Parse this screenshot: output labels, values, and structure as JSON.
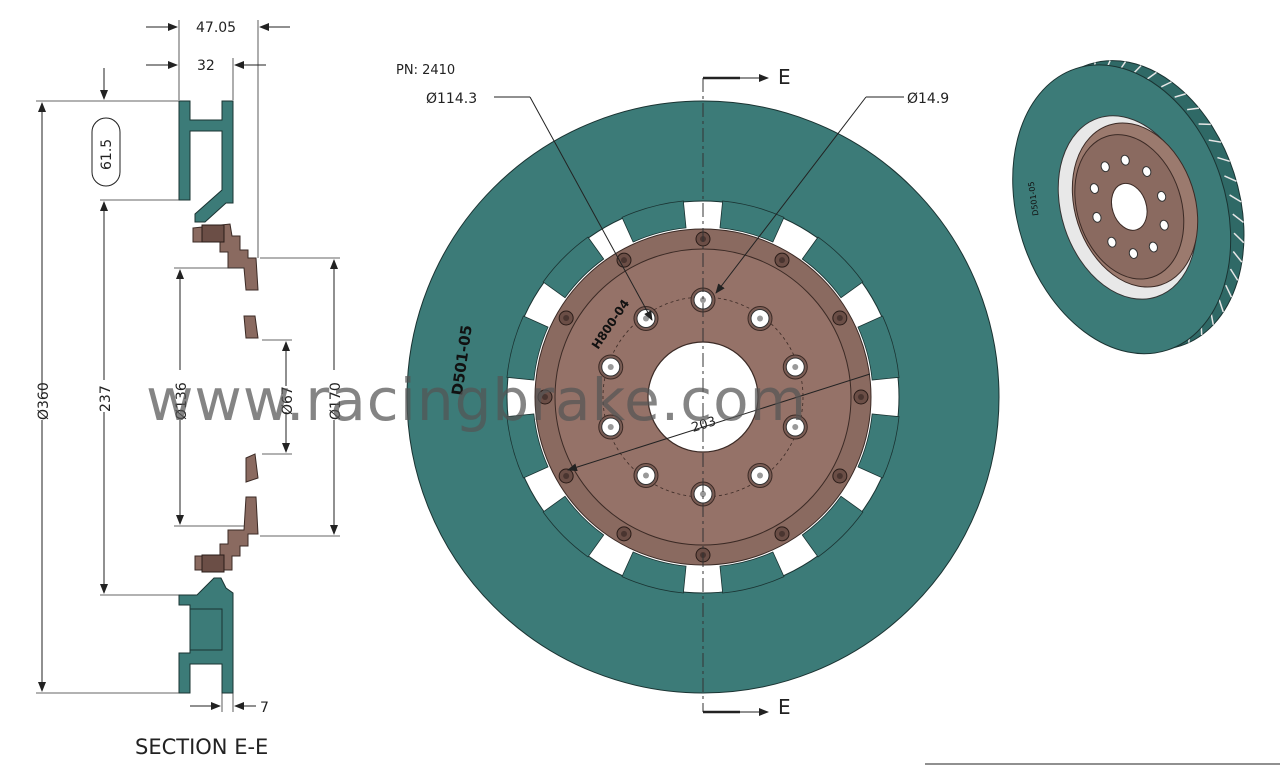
{
  "section": {
    "title": "SECTION E-E",
    "dims": {
      "width_overall": "47.05",
      "width_disc": "32",
      "pad_height": "61.5",
      "dia_outer": "Ø360",
      "dia_237": "237",
      "dia_136": "Ø136",
      "dia_67": "Ø67",
      "dia_170": "Ø170",
      "offset_7": "7"
    }
  },
  "front": {
    "part_number": "PN: 2410",
    "pcd": "Ø114.3",
    "bolt_hole": "Ø14.9",
    "ring_dia": "203",
    "disc_marking": "D501-05",
    "hat_marking": "H800-04",
    "section_mark": "E"
  },
  "iso": {
    "disc_marking": "D501-05"
  },
  "watermark": "www.racingbrake.com",
  "colors": {
    "disc": "#3c7b78",
    "hat": "#8a6a60",
    "hat_inner": "#957268",
    "outline": "#1a3332"
  }
}
